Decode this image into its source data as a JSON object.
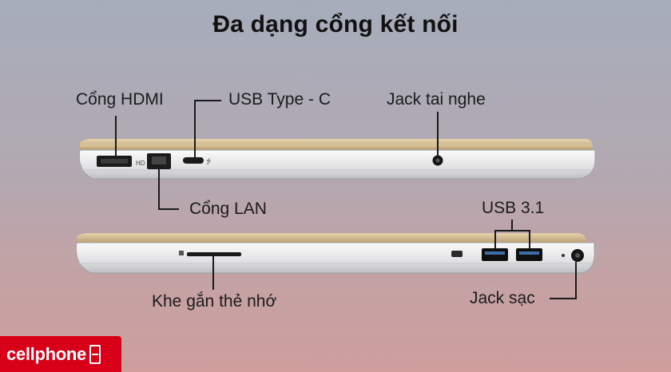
{
  "title": "Đa dạng cổng kết nối",
  "labels": {
    "hdmi": "Cổng HDMI",
    "usb_c": "USB Type - C",
    "audio_jack": "Jack tai nghe",
    "lan": "Cổng LAN",
    "usb31": "USB 3.1",
    "card_slot": "Khe gắn thẻ nhớ",
    "charge_jack": "Jack sạc"
  },
  "brand": {
    "logo_text": "cellphone",
    "logo_icon": "cellphones-s-logo",
    "color": "#d70018"
  }
}
